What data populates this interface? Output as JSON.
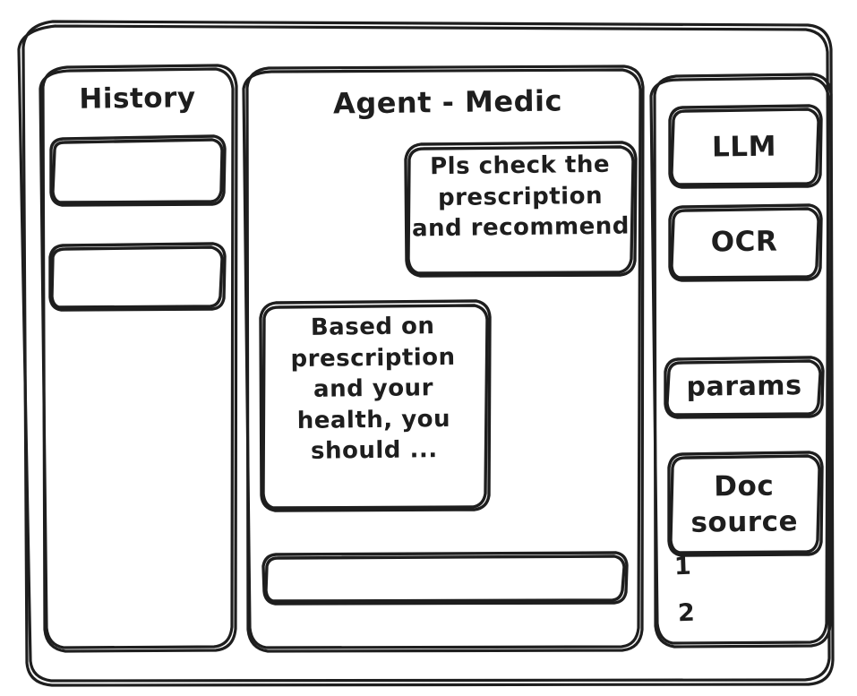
{
  "app": {
    "style": "hand-drawn-wireframe",
    "stroke_color": "#1e1e1e",
    "background_color": "#ffffff"
  },
  "sidebar_left": {
    "title": "History",
    "items": [
      {
        "label": ""
      },
      {
        "label": ""
      }
    ]
  },
  "main": {
    "title": "Agent - Medic",
    "messages": [
      {
        "role": "user",
        "text": "Pls check the\nprescription\nand recommend"
      },
      {
        "role": "agent",
        "text": "Based on\nprescription\nand your\nhealth, you\nshould ..."
      }
    ],
    "composer": {
      "value": "",
      "placeholder": ""
    }
  },
  "sidebar_right": {
    "cards": [
      {
        "label": "LLM"
      },
      {
        "label": "OCR"
      },
      {
        "label": "params"
      },
      {
        "label": "Doc\nsource"
      }
    ],
    "doc_source_items": [
      {
        "label": "1"
      },
      {
        "label": "2"
      }
    ]
  }
}
